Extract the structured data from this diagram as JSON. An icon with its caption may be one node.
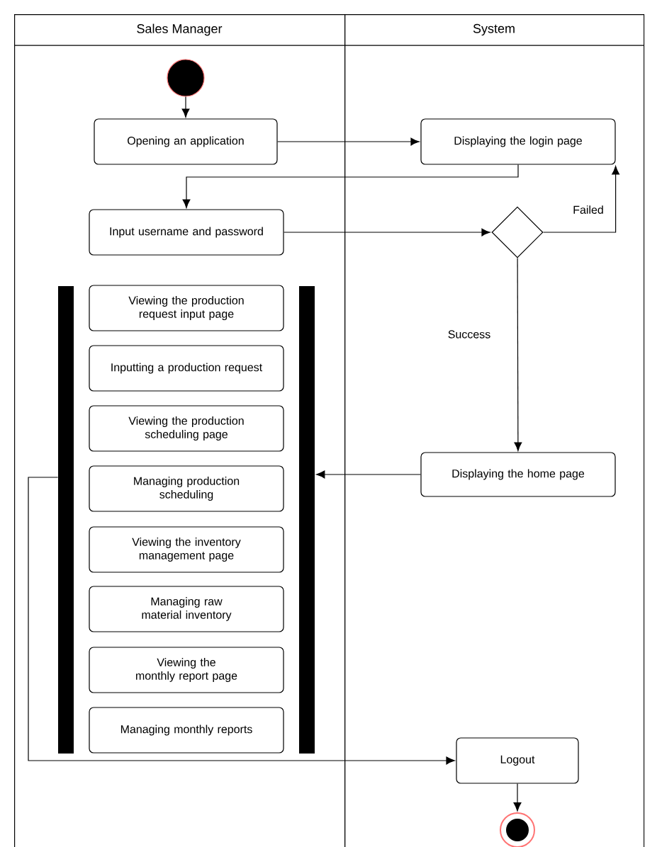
{
  "diagram": {
    "nodes": [
      {
        "text": [
          "Sales Manager"
        ]
      },
      {
        "text": [
          "System"
        ]
      },
      {
        "text": [],
        "shape": "circle",
        "in": 0
      },
      {
        "text": [
          "Opening an application"
        ],
        "in": 0
      },
      {
        "text": [
          "Displaying the login page"
        ],
        "in": 1
      },
      {
        "text": [
          "Input username and password"
        ],
        "in": 0
      },
      {
        "text": [],
        "shape": "diamond",
        "in": 1
      },
      {
        "text": [],
        "shape": "bar",
        "in": 0
      },
      {
        "text": [
          "Viewing the production request input page"
        ],
        "in": 0
      },
      {
        "text": [
          "Inputting a production request"
        ],
        "in": 0
      },
      {
        "text": [
          "Viewing the production scheduling page"
        ],
        "in": 0
      },
      {
        "text": [
          "Managing production scheduling"
        ],
        "in": 0
      },
      {
        "text": [
          "Viewing the inventory management page"
        ],
        "in": 0
      },
      {
        "text": [
          "Managing raw material inventory"
        ],
        "in": 0
      },
      {
        "text": [
          "Viewing the monthly report page"
        ],
        "in": 0
      },
      {
        "text": [
          "Managing monthly reports"
        ],
        "in": 0
      },
      {
        "text": [],
        "shape": "bar",
        "in": 0
      },
      {
        "text": [
          "Displaying the home page"
        ],
        "in": 1
      },
      {
        "text": [
          "Logout"
        ],
        "in": 1
      },
      {
        "text": [],
        "shape": "circle",
        "in": 1
      }
    ],
    "edges": [
      {
        "from": 2,
        "to": 3,
        "arrow": "to"
      },
      {
        "from": 3,
        "to": 4,
        "arrow": "to"
      },
      {
        "from": 4,
        "to": 5,
        "arrow": "to"
      },
      {
        "from": 5,
        "to": 6,
        "arrow": "to"
      },
      {
        "from": 6,
        "to": 4,
        "arrow": "to",
        "label": "Failed"
      },
      {
        "from": 6,
        "to": 17,
        "arrow": "to",
        "label": "Success"
      },
      {
        "from": 17,
        "to": 16,
        "arrow": "to"
      },
      {
        "from": 7,
        "to": 18,
        "arrow": "to"
      },
      {
        "from": 18,
        "to": 19,
        "arrow": "to"
      }
    ]
  }
}
